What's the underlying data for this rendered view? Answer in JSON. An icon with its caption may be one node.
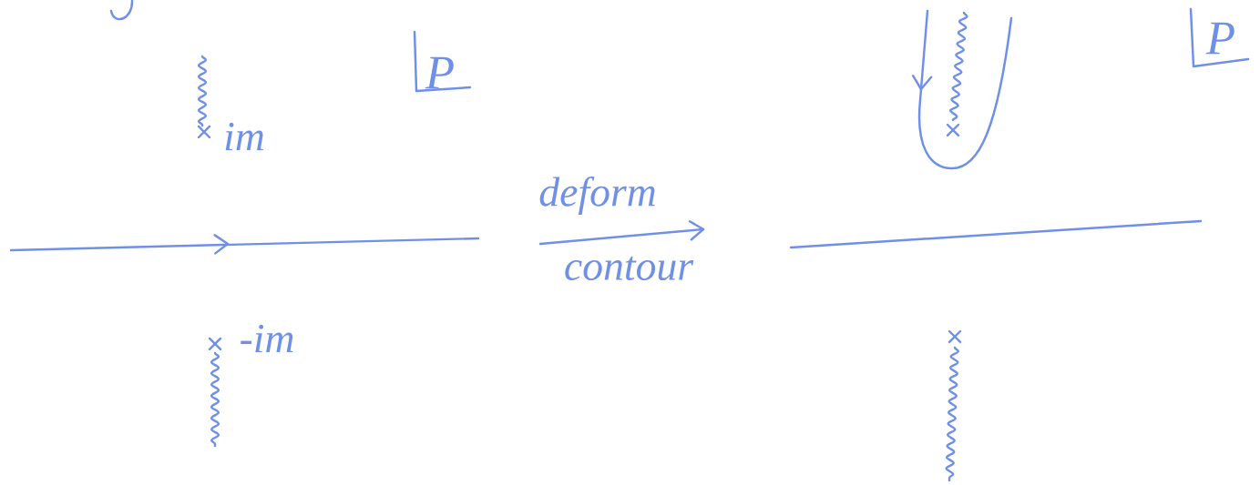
{
  "diagram": {
    "labels": [
      "P",
      "P",
      "im",
      "deform",
      "contour",
      "-im"
    ]
  }
}
